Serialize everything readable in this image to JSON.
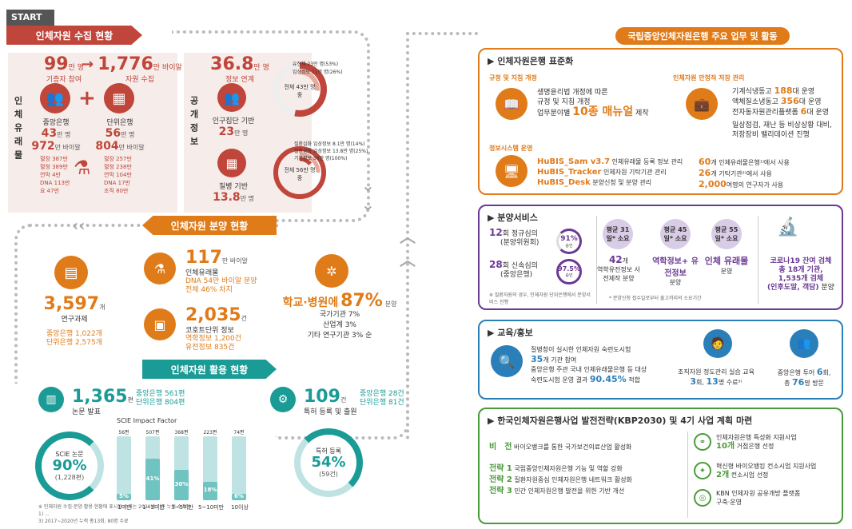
{
  "start": "START",
  "left": {
    "h1": "인체자원 수집 현황",
    "v1": "인체유래물",
    "v2": "공개정보",
    "donor_big": "99",
    "donor_unit": "만 명",
    "donor_sub": "기증자 참여",
    "sample_big": "1,776",
    "sample_unit": "만 바이알",
    "sample_sub": "자원 수집",
    "c_bank": "중앙은행",
    "c_bank_n": "43",
    "c_bank_nu": "만 명",
    "c_bank_v": "972",
    "c_bank_vu": "만 바이알",
    "u_bank": "단위은행",
    "u_bank_n": "56",
    "u_bank_nu": "만 명",
    "u_bank_v": "804",
    "u_bank_vu": "만 바이알",
    "c_list": [
      "혈장 387만",
      "혈청 389만",
      "연막 4만",
      "DNA 113만",
      "요 47만"
    ],
    "u_list": [
      "혈장 257만",
      "혈청 238만",
      "연막 104만",
      "DNA 17만",
      "조직 80만"
    ],
    "pub_big": "36.8",
    "pub_unit": "만 명",
    "pub_sub": "정보 연계",
    "pop": "인구집단 기반",
    "pop_n": "23",
    "pop_u": "만 명",
    "dis": "질병 기반",
    "dis_n": "13.8",
    "dis_u": "만 명",
    "d1_center": "전체 43만 명 중",
    "d1_l": [
      "유전체 23만 명(53%)",
      "임상정보 11만 명(26%)"
    ],
    "d2_center": "전체 56만 명 중",
    "d2_l": [
      "질환심화 임상정보 8.1만 명(14%)",
      "질환공통 임상정보 13.8만 명(25%)",
      "기본정보 56만 명(100%)"
    ],
    "h2": "인체자원 분양 현황",
    "proj_big": "3,597",
    "proj_u": "개",
    "proj_sub": "연구과제",
    "proj_l": [
      "중앙은행 1,022개",
      "단위은행 2,575개"
    ],
    "mat_big": "117",
    "mat_u": "만 바이알",
    "mat_sub": "인체유래물",
    "mat_l": [
      "DNA 54만 바이알 분양",
      "전체 46% 차지"
    ],
    "info_big": "2,035",
    "info_u": "건",
    "info_sub": "코호트단위 정보",
    "info_l": [
      "역학정보 1,200건",
      "유전정보 835건"
    ],
    "school": "학교·병원에",
    "school_p": "87%",
    "school_u": "분양",
    "school_l": [
      "국가기관 7%",
      "산업계 3%",
      "기타 연구기관 3% 순"
    ],
    "h3": "인체자원 활용 현황",
    "paper_big": "1,365",
    "paper_u": "편",
    "paper_sub": "논문 발표",
    "paper_l": [
      "중앙은행 561편",
      "단위은행 804편"
    ],
    "sci_l": "SCIE 논문",
    "sci_p": "90%",
    "sci_n": "(1,228편)",
    "if_title": "SCIE Impact Factor",
    "pat_big": "109",
    "pat_u": "건",
    "pat_sub": "특허 등록 및 출원",
    "pat_l": [
      "중앙은행 28건",
      "단위은행 81건"
    ],
    "pat_c": "특허 등록",
    "pat_p": "54%",
    "pat_n": "(59건)",
    "note1": "※ 인체자원 수집·분양·활용 현황에 표시된 수치는 2020년 기준 누적 수치임",
    "note2": "1) ...",
    "note3": "3) 2017~2020년 누적 총13회, 80명 수료"
  },
  "chart_data": {
    "type": "bar",
    "title": "SCIE Impact Factor",
    "categories": [
      "1미만",
      "1~3미만",
      "3~5미만",
      "5~10미만",
      "10이상"
    ],
    "values": [
      5,
      41,
      30,
      18,
      6
    ],
    "top_labels": [
      "56편",
      "507편",
      "368편",
      "223편",
      "74편"
    ],
    "unit": "%",
    "ylim": [
      0,
      100
    ]
  },
  "right": {
    "main": "국립중앙인체자원은행 주요 업무 및 활동",
    "p1": "인체자원은행 표준화",
    "p1_a": "규정 및 지침 개정",
    "p1_a_l": [
      "생명윤리법 개정에 따른",
      "규정 및 지침 개정",
      "업무분야별"
    ],
    "p1_a_n": "10종 매뉴얼",
    "p1_a_e": "제작",
    "p1_b": "인체자원 안정적 저장 관리",
    "p1_b_l": [
      [
        "기계식냉동고 ",
        "188",
        "대 운영"
      ],
      [
        "액체질소냉동고 ",
        "356",
        "대 운영"
      ],
      [
        "전자동자원관리플랫폼 ",
        "6",
        "대 운영"
      ]
    ],
    "p1_b_x": [
      "일상점검, 재난 등 비상상황 대비,",
      "저장장비 밸리데이션 진행"
    ],
    "p1_c": "정보시스템 운영",
    "p1_c_l": [
      [
        "HuBIS_Sam v3.7",
        " 인체유래물 등록 정보 관리"
      ],
      [
        "HuBIS_Tracker",
        " 인체자원 기탁기관 관리"
      ],
      [
        "HuBIS_Desk",
        " 분양신청 및 분양 관리"
      ]
    ],
    "p1_c_r": [
      [
        "60",
        "개 인체유래물은행¹⁾에서 사용"
      ],
      [
        "26",
        "개 기탁기관²⁾에서 사용"
      ],
      [
        "2,000",
        "여명의 연구자가 사용"
      ]
    ],
    "p2": "분양서비스",
    "p2_a": "12",
    "p2_a_t": "회 정규심의",
    "p2_a_s": "(분양위원회)",
    "p2_a_p": "91%",
    "p2_a_ps": "승인",
    "p2_b": "28",
    "p2_b_t": "회 신속심의",
    "p2_b_s": "(중앙은행)",
    "p2_b_p": "97.5%",
    "p2_b_ps": "승인",
    "p2_note": "※ 질환자원의 경우, 인체자원 단위은행에서 분양서비스 진행",
    "p2_c": [
      {
        "t": "평균 31일* 소요",
        "n": "42",
        "u": "개",
        "s": "역학유전정보 사전제작 분양"
      },
      {
        "t": "평균 45일* 소요",
        "n": "역학정보+ 유전정보",
        "u": "",
        "s": "분양"
      },
      {
        "t": "평균 55일* 소요",
        "n": "인체 유래물",
        "u": "",
        "s": "분양"
      }
    ],
    "p2_cn": "* 분양신청 접수일로부터 출고까지의 소요기간",
    "p2_d": [
      "코로나19 잔여 검체",
      "총 18개 기관,",
      "1,535개 검체",
      "(인후도말, 객담)"
    ],
    "p2_d_u": "분양",
    "p3": "교육/홍보",
    "p3_a": [
      "질병청이 실시한 인체자원 숙련도시험",
      "35",
      "개 기관 참여",
      "중앙은행 주관 국내 인체유래물은행 등 대상",
      "숙련도시험 운영 결과",
      "90.45%",
      "적합"
    ],
    "p3_b": [
      "조직자원 정도관리 실습 교육",
      "3",
      "회, ",
      "13",
      "명 수료³⁾"
    ],
    "p3_c": [
      "중앙은행 투어",
      "6",
      "회,",
      "총",
      "76",
      "명 방문"
    ],
    "p4": "한국인체자원은행사업 발전전략(KBP2030) 및 4기 사업 계획 마련",
    "p4_v": "비　전",
    "p4_vt": "바이오뱅크를 통한 국가보건의료산업 활성화",
    "p4_s": [
      [
        "전략 1",
        "국립중앙인체자원은행 기능 및 역할 강화"
      ],
      [
        "전략 2",
        "질환자원중심 인체자원은행 네트워크 활성화"
      ],
      [
        "전략 3",
        "민간 인체자원은행 발전을 위한 기반 개선"
      ]
    ],
    "p4_r": [
      [
        "인체자원은행 특성화 지원사업",
        "10개",
        "거점은행 선정"
      ],
      [
        "혁신형 바이오뱅킹 컨소시엄 지원사업",
        "2개",
        "컨소시엄 선정"
      ],
      [
        "KBN 인체자원 공유개방 플랫폼",
        "",
        "구축·운영"
      ]
    ]
  },
  "colors": {
    "red": "#c0453a",
    "orange": "#e07b1a",
    "teal": "#1a9b96",
    "purple": "#6b3a94",
    "blue": "#2b7fb8",
    "green": "#4a9a3a"
  }
}
